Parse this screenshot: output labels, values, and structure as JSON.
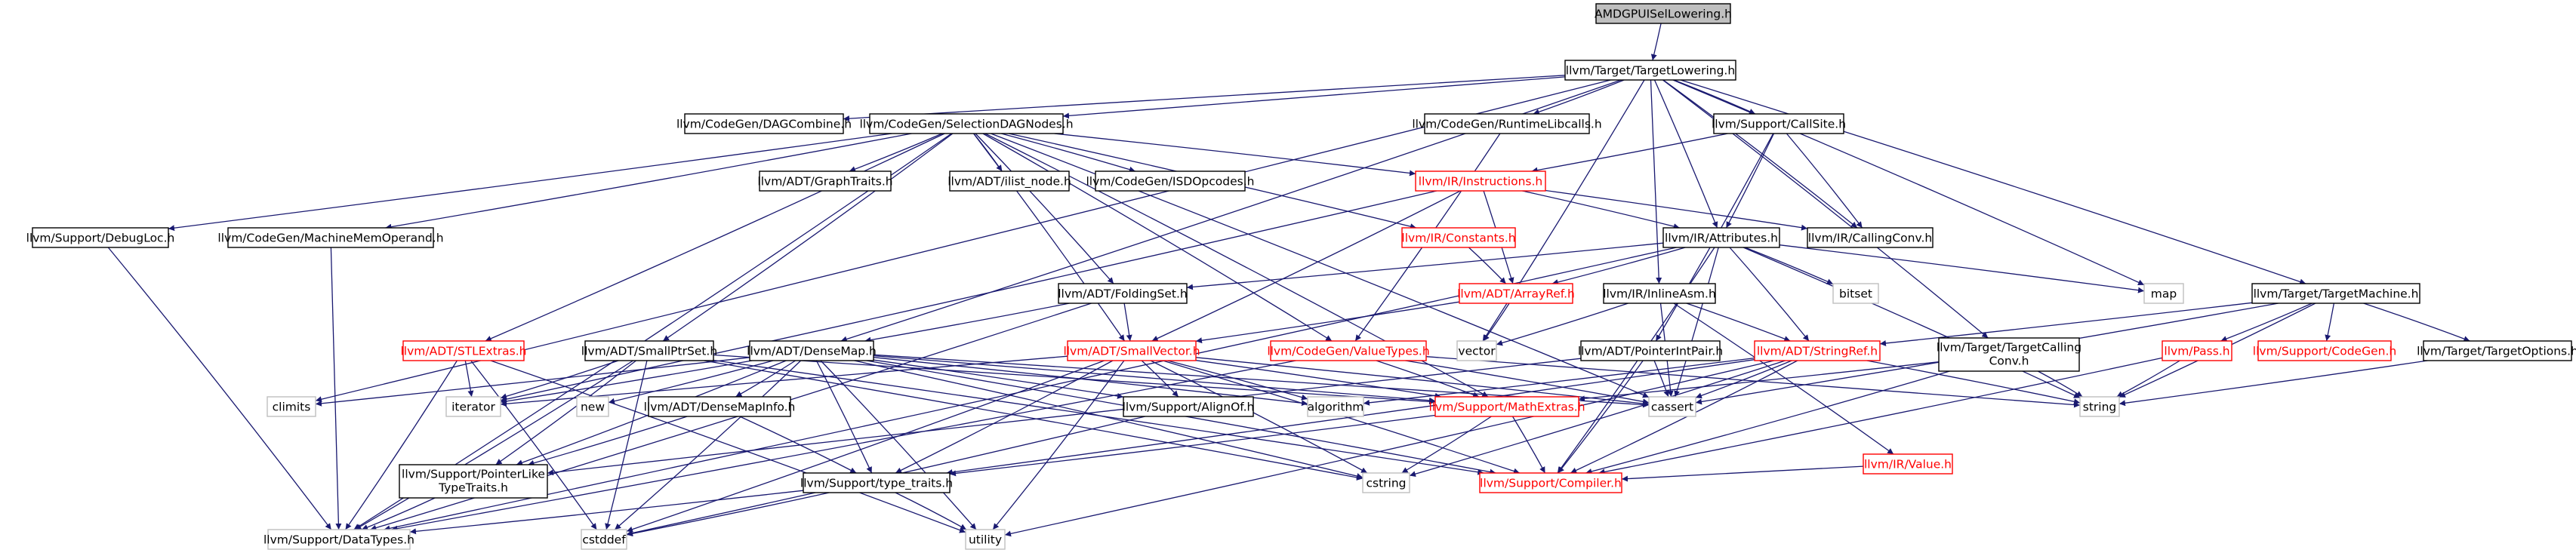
{
  "colors": {
    "edge": "#191970",
    "documented_text": "#000000",
    "documented_border": "#000000",
    "truncated_text": "#ff0000",
    "truncated_border": "#ff0000",
    "external_text": "#000000",
    "external_border": "#bfbfbf",
    "root_fill": "#bfbfbf"
  },
  "nodes": [
    {
      "id": "root",
      "label": "AMDGPUISelLowering.h",
      "kind": "root"
    },
    {
      "id": "tl",
      "label": "llvm/Target/TargetLowering.h",
      "kind": "doc"
    },
    {
      "id": "dagc",
      "label": "llvm/CodeGen/DAGCombine.h",
      "kind": "doc"
    },
    {
      "id": "sdn",
      "label": "llvm/CodeGen/SelectionDAGNodes.h",
      "kind": "doc"
    },
    {
      "id": "rtl",
      "label": "llvm/CodeGen/RuntimeLibcalls.h",
      "kind": "doc"
    },
    {
      "id": "cs",
      "label": "llvm/Support/CallSite.h",
      "kind": "doc"
    },
    {
      "id": "dl",
      "label": "llvm/Support/DebugLoc.h",
      "kind": "doc"
    },
    {
      "id": "mmo",
      "label": "llvm/CodeGen/MachineMemOperand.h",
      "kind": "doc"
    },
    {
      "id": "gt",
      "label": "llvm/ADT/GraphTraits.h",
      "kind": "doc"
    },
    {
      "id": "il",
      "label": "llvm/ADT/ilist_node.h",
      "kind": "doc"
    },
    {
      "id": "isd",
      "label": "llvm/CodeGen/ISDOpcodes.h",
      "kind": "doc"
    },
    {
      "id": "inst",
      "label": "llvm/IR/Instructions.h",
      "kind": "trunc"
    },
    {
      "id": "cc",
      "label": "llvm/IR/CallingConv.h",
      "kind": "doc"
    },
    {
      "id": "const",
      "label": "llvm/IR/Constants.h",
      "kind": "trunc"
    },
    {
      "id": "attr",
      "label": "llvm/IR/Attributes.h",
      "kind": "doc"
    },
    {
      "id": "map",
      "label": "map",
      "kind": "ext"
    },
    {
      "id": "tm",
      "label": "llvm/Target/TargetMachine.h",
      "kind": "doc"
    },
    {
      "id": "bitset",
      "label": "bitset",
      "kind": "ext"
    },
    {
      "id": "fs",
      "label": "llvm/ADT/FoldingSet.h",
      "kind": "doc"
    },
    {
      "id": "ar",
      "label": "llvm/ADT/ArrayRef.h",
      "kind": "trunc"
    },
    {
      "id": "ia",
      "label": "llvm/IR/InlineAsm.h",
      "kind": "doc"
    },
    {
      "id": "stl",
      "label": "llvm/ADT/STLExtras.h",
      "kind": "trunc"
    },
    {
      "id": "sps",
      "label": "llvm/ADT/SmallPtrSet.h",
      "kind": "doc"
    },
    {
      "id": "dm",
      "label": "llvm/ADT/DenseMap.h",
      "kind": "doc"
    },
    {
      "id": "sv",
      "label": "llvm/ADT/SmallVector.h",
      "kind": "trunc"
    },
    {
      "id": "vt",
      "label": "llvm/CodeGen/ValueTypes.h",
      "kind": "trunc"
    },
    {
      "id": "vector",
      "label": "vector",
      "kind": "ext"
    },
    {
      "id": "pip",
      "label": "llvm/ADT/PointerIntPair.h",
      "kind": "doc"
    },
    {
      "id": "sr",
      "label": "llvm/ADT/StringRef.h",
      "kind": "trunc"
    },
    {
      "id": "ttcc",
      "label": "llvm/Target/TargetCalling Conv.h",
      "lines": [
        "llvm/Target/TargetCalling",
        "Conv.h"
      ],
      "kind": "doc"
    },
    {
      "id": "pass",
      "label": "llvm/Pass.h",
      "kind": "trunc"
    },
    {
      "id": "scg",
      "label": "llvm/Support/CodeGen.h",
      "kind": "trunc"
    },
    {
      "id": "tto",
      "label": "llvm/Target/TargetOptions.h",
      "kind": "doc"
    },
    {
      "id": "climits",
      "label": "climits",
      "kind": "ext"
    },
    {
      "id": "iterator",
      "label": "iterator",
      "kind": "ext"
    },
    {
      "id": "new",
      "label": "new",
      "kind": "ext"
    },
    {
      "id": "dmi",
      "label": "llvm/ADT/DenseMapInfo.h",
      "kind": "doc"
    },
    {
      "id": "ao",
      "label": "llvm/Support/AlignOf.h",
      "kind": "doc"
    },
    {
      "id": "algorithm",
      "label": "algorithm",
      "kind": "ext"
    },
    {
      "id": "me",
      "label": "llvm/Support/MathExtras.h",
      "kind": "trunc"
    },
    {
      "id": "cassert",
      "label": "cassert",
      "kind": "ext"
    },
    {
      "id": "string",
      "label": "string",
      "kind": "ext"
    },
    {
      "id": "val",
      "label": "llvm/IR/Value.h",
      "kind": "trunc"
    },
    {
      "id": "plt",
      "label": "llvm/Support/PointerLike TypeTraits.h",
      "lines": [
        "llvm/Support/PointerLike",
        "TypeTraits.h"
      ],
      "kind": "doc"
    },
    {
      "id": "typet",
      "label": "llvm/Support/type_traits.h",
      "kind": "doc"
    },
    {
      "id": "cstring",
      "label": "cstring",
      "kind": "ext"
    },
    {
      "id": "comp",
      "label": "llvm/Support/Compiler.h",
      "kind": "trunc"
    },
    {
      "id": "dt",
      "label": "llvm/Support/DataTypes.h",
      "kind": "ext"
    },
    {
      "id": "cstddef",
      "label": "cstddef",
      "kind": "ext"
    },
    {
      "id": "utility",
      "label": "utility",
      "kind": "ext"
    }
  ],
  "edges": [
    [
      "root",
      "tl"
    ],
    [
      "tl",
      "dagc"
    ],
    [
      "tl",
      "sdn"
    ],
    [
      "tl",
      "rtl"
    ],
    [
      "tl",
      "cs"
    ],
    [
      "tl",
      "cc"
    ],
    [
      "tl",
      "attr"
    ],
    [
      "tl",
      "map"
    ],
    [
      "tl",
      "tm"
    ],
    [
      "tl",
      "dm"
    ],
    [
      "tl",
      "vector"
    ],
    [
      "tl",
      "ia"
    ],
    [
      "tl",
      "ttcc"
    ],
    [
      "tl",
      "climits"
    ],
    [
      "sdn",
      "dl"
    ],
    [
      "sdn",
      "mmo"
    ],
    [
      "sdn",
      "gt"
    ],
    [
      "sdn",
      "il"
    ],
    [
      "sdn",
      "isd"
    ],
    [
      "sdn",
      "inst"
    ],
    [
      "sdn",
      "const"
    ],
    [
      "sdn",
      "fs"
    ],
    [
      "sdn",
      "stl"
    ],
    [
      "sdn",
      "sps"
    ],
    [
      "sdn",
      "sv"
    ],
    [
      "sdn",
      "vt"
    ],
    [
      "sdn",
      "dt"
    ],
    [
      "sdn",
      "cassert"
    ],
    [
      "sdn",
      "me"
    ],
    [
      "rtl",
      "vt"
    ],
    [
      "cs",
      "inst"
    ],
    [
      "cs",
      "attr"
    ],
    [
      "cs",
      "cc"
    ],
    [
      "cs",
      "pip"
    ],
    [
      "dl",
      "dt"
    ],
    [
      "mmo",
      "dt"
    ],
    [
      "inst",
      "attr"
    ],
    [
      "inst",
      "cc"
    ],
    [
      "inst",
      "ar"
    ],
    [
      "inst",
      "sv"
    ],
    [
      "inst",
      "iterator"
    ],
    [
      "const",
      "ar"
    ],
    [
      "attr",
      "fs"
    ],
    [
      "attr",
      "ar"
    ],
    [
      "attr",
      "sr"
    ],
    [
      "attr",
      "bitset"
    ],
    [
      "attr",
      "map"
    ],
    [
      "attr",
      "string"
    ],
    [
      "attr",
      "cassert"
    ],
    [
      "attr",
      "comp"
    ],
    [
      "attr",
      "dt"
    ],
    [
      "tm",
      "sr"
    ],
    [
      "tm",
      "pass"
    ],
    [
      "tm",
      "scg"
    ],
    [
      "tm",
      "tto"
    ],
    [
      "tm",
      "string"
    ],
    [
      "tm",
      "cassert"
    ],
    [
      "fs",
      "sv"
    ],
    [
      "fs",
      "dm"
    ],
    [
      "fs",
      "dt"
    ],
    [
      "ar",
      "sv"
    ],
    [
      "ar",
      "vector"
    ],
    [
      "ia",
      "sr"
    ],
    [
      "ia",
      "val"
    ],
    [
      "ia",
      "vector"
    ],
    [
      "ia",
      "cassert"
    ],
    [
      "ttcc",
      "string"
    ],
    [
      "ttcc",
      "comp"
    ],
    [
      "ttcc",
      "me"
    ],
    [
      "pass",
      "string"
    ],
    [
      "pass",
      "comp"
    ],
    [
      "tto",
      "string"
    ],
    [
      "stl",
      "iterator"
    ],
    [
      "stl",
      "utility"
    ],
    [
      "stl",
      "cstddef"
    ],
    [
      "stl",
      "dt"
    ],
    [
      "sps",
      "iterator"
    ],
    [
      "sps",
      "plt"
    ],
    [
      "sps",
      "dt"
    ],
    [
      "sps",
      "cstring"
    ],
    [
      "sps",
      "cstddef"
    ],
    [
      "sps",
      "me"
    ],
    [
      "sps",
      "comp"
    ],
    [
      "dm",
      "dmi"
    ],
    [
      "dm",
      "ao"
    ],
    [
      "dm",
      "me"
    ],
    [
      "dm",
      "plt"
    ],
    [
      "dm",
      "typet"
    ],
    [
      "dm",
      "algorithm"
    ],
    [
      "dm",
      "iterator"
    ],
    [
      "dm",
      "new"
    ],
    [
      "dm",
      "utility"
    ],
    [
      "dm",
      "climits"
    ],
    [
      "dm",
      "cstddef"
    ],
    [
      "dm",
      "cassert"
    ],
    [
      "dm",
      "cstring"
    ],
    [
      "dm",
      "comp"
    ],
    [
      "sv",
      "ao"
    ],
    [
      "sv",
      "comp"
    ],
    [
      "sv",
      "me"
    ],
    [
      "sv",
      "typet"
    ],
    [
      "sv",
      "algorithm"
    ],
    [
      "sv",
      "iterator"
    ],
    [
      "sv",
      "cassert"
    ],
    [
      "sv",
      "cstddef"
    ],
    [
      "sv",
      "cstring"
    ],
    [
      "sv",
      "utility"
    ],
    [
      "vt",
      "me"
    ],
    [
      "vt",
      "cassert"
    ],
    [
      "vt",
      "string"
    ],
    [
      "vt",
      "dt"
    ],
    [
      "pip",
      "plt"
    ],
    [
      "pip",
      "cassert"
    ],
    [
      "pip",
      "comp"
    ],
    [
      "sr",
      "comp"
    ],
    [
      "sr",
      "type"
    ],
    [
      "sr",
      "algorithm"
    ],
    [
      "sr",
      "cassert"
    ],
    [
      "sr",
      "cstring"
    ],
    [
      "sr",
      "string"
    ],
    [
      "sr",
      "utility"
    ],
    [
      "sr",
      "typet"
    ],
    [
      "val",
      "comp"
    ],
    [
      "dmi",
      "plt"
    ],
    [
      "dmi",
      "typet"
    ],
    [
      "ao",
      "cstddef"
    ],
    [
      "me",
      "comp"
    ],
    [
      "me",
      "cstring"
    ],
    [
      "me",
      "typet"
    ],
    [
      "plt",
      "dt"
    ],
    [
      "typet",
      "dt"
    ],
    [
      "typet",
      "cstddef"
    ],
    [
      "typet",
      "utility"
    ]
  ]
}
